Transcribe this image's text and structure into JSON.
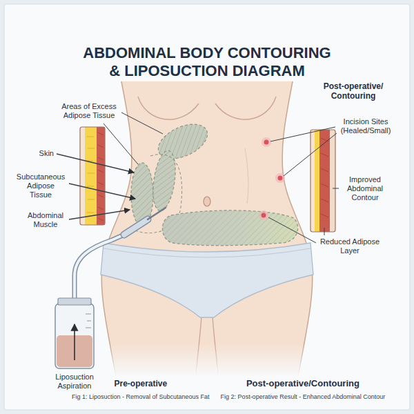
{
  "diagram": {
    "title": "ABDOMINAL BODY CONTOURING & LIPOSUCTION DIAGRAM",
    "labels": [
      "Post-operative/ Contouring",
      "Areas of Excess Adipose Tissue",
      "Incision Sites (Healed/Small)",
      "Skin",
      "Subcutaneous Adipose Tissue",
      "Abdominal Muscle",
      "Improved Abdominal Contour",
      "Reduced Adipose Layer",
      "Liposuction Aspiration",
      "Pre-operative",
      "Post-operative/Contouring",
      "Fig 1: Liposuction - Removal of Subcutaneous Fat",
      "Fig 2: Post-operative Result - Enhanced Abdominal Contour"
    ]
  }
}
